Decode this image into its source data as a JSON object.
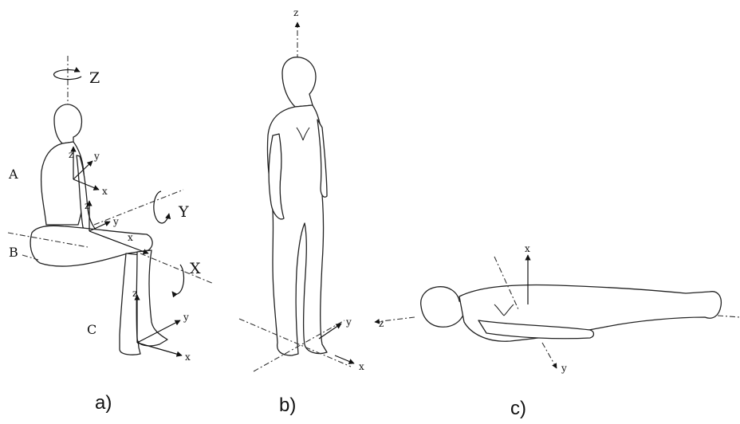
{
  "panel_a": {
    "caption": "a)",
    "rotation_labels": {
      "z_rot": "Z",
      "y_rot": "Y",
      "x_rot": "X"
    },
    "point_labels": {
      "a": "A",
      "b": "B",
      "c": "C"
    },
    "axes_A": {
      "z": "z",
      "y": "y",
      "x": "x"
    },
    "axes_B": {
      "z": "z",
      "y": "y",
      "x": "x"
    },
    "axes_C": {
      "z": "z",
      "y": "y",
      "x": "x"
    }
  },
  "panel_b": {
    "caption": "b)",
    "axes": {
      "z": "z",
      "y": "y",
      "x": "x"
    }
  },
  "panel_c": {
    "caption": "c)",
    "axes": {
      "x": "x",
      "z": "z",
      "y": "y"
    }
  }
}
